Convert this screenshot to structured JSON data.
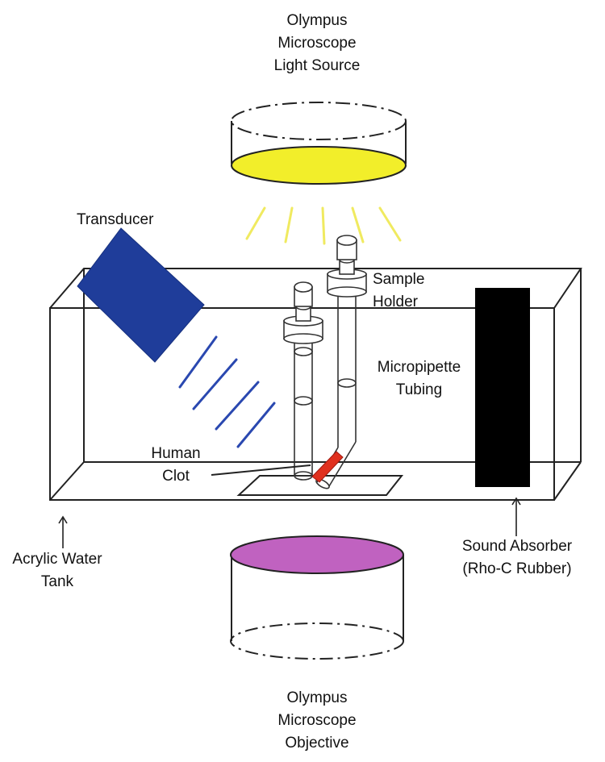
{
  "labels": {
    "light_source": [
      "Olympus",
      "Microscope",
      "Light Source"
    ],
    "transducer": "Transducer",
    "sample_holder": [
      "Sample",
      "Holder"
    ],
    "micropipette": [
      "Micropipette",
      "Tubing"
    ],
    "clot": [
      "Human",
      "Clot"
    ],
    "tank": [
      "Acrylic Water",
      "Tank"
    ],
    "absorber": [
      "Sound Absorber",
      "(Rho-C Rubber)"
    ],
    "objective": [
      "Olympus",
      "Microscope",
      "Objective"
    ]
  },
  "colors": {
    "light": "#f2ee2a",
    "light_rays": "#f0ea60",
    "transducer": "#1f3d9a",
    "ultrasound_waves": "#2a48b0",
    "clot": "#e0301e",
    "absorber": "#000000",
    "objective_lens": "#c062c0",
    "outline": "#222222"
  }
}
